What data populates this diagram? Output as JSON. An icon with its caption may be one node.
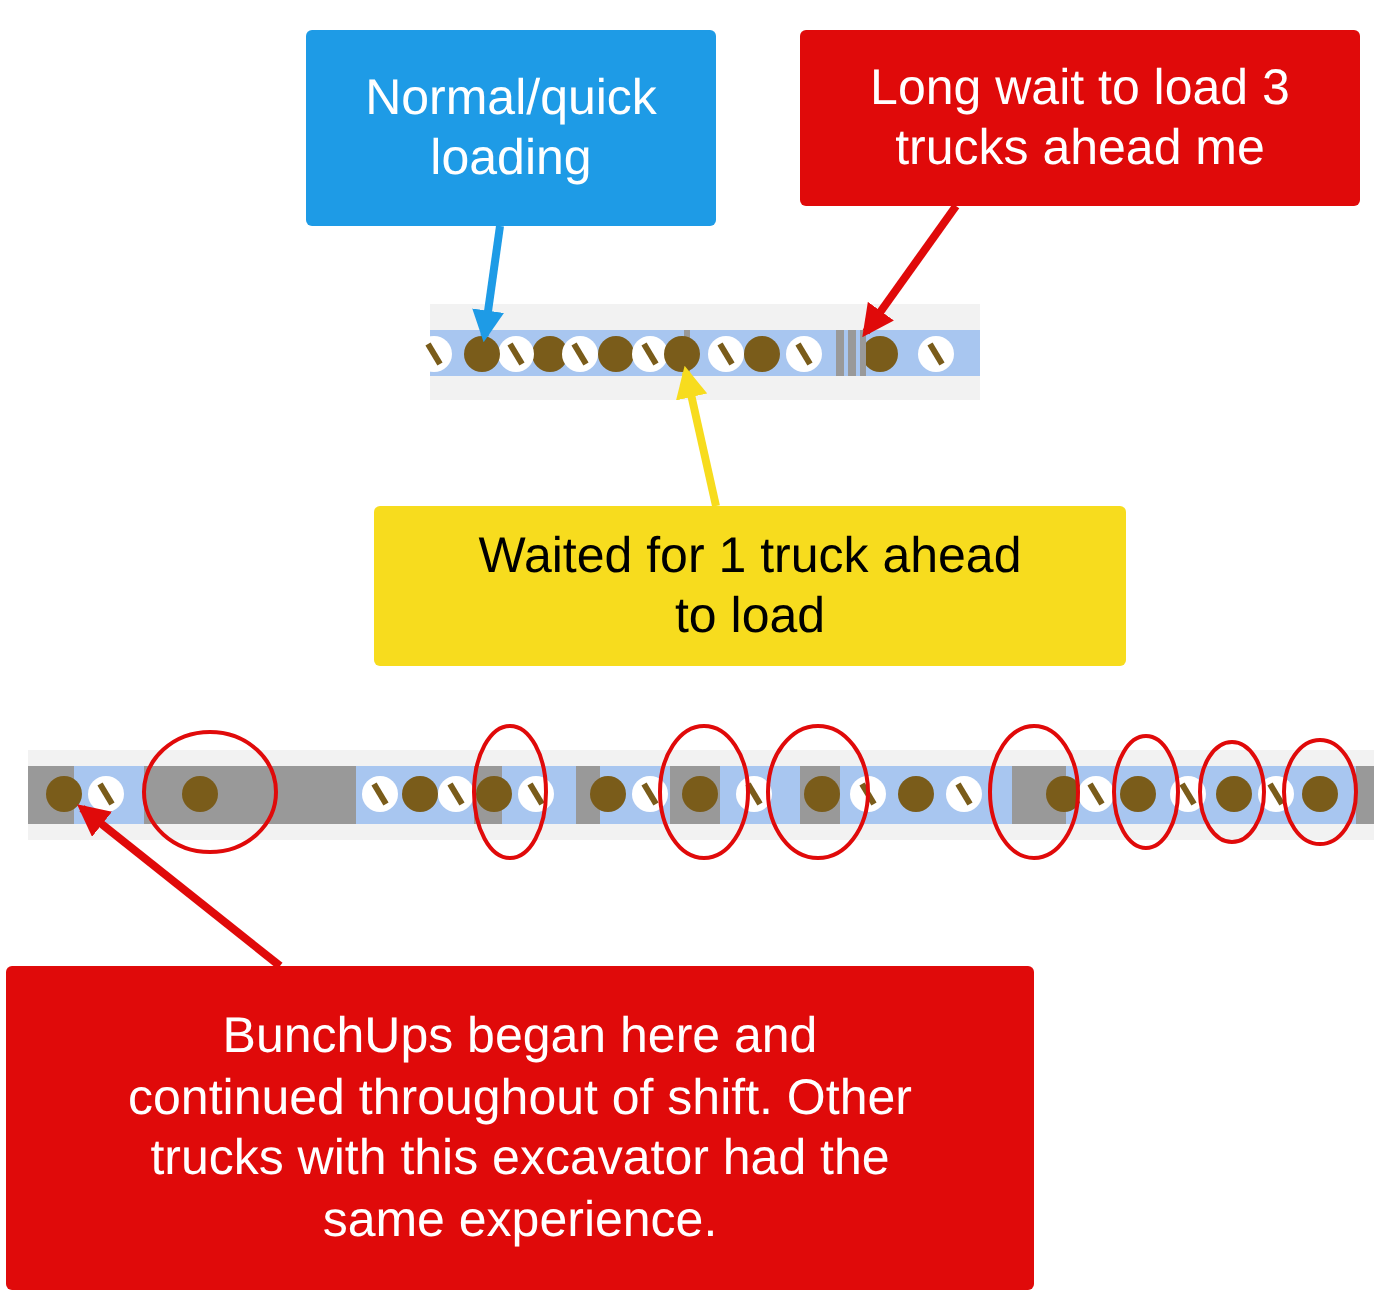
{
  "diagram": {
    "nodes": [
      {
        "text": [
          "Normal/quick loading"
        ]
      },
      {
        "text": [
          "Long wait to load 3 trucks ahead me"
        ]
      },
      {
        "text": [
          "Waited for 1 truck ahead to load"
        ]
      },
      {
        "text": [
          "BunchUps began here and continued throughout of shift. Other trucks with this excavator had the same experience."
        ]
      },
      {
        "text": [],
        "shape": "circle"
      },
      {
        "text": [],
        "shape": "bar"
      },
      {
        "text": [],
        "shape": "circle"
      },
      {
        "text": [],
        "shape": "circle"
      }
    ],
    "edges": [
      {
        "from": 0,
        "to": 4,
        "arrow": "to",
        "color": "#1e9be6"
      },
      {
        "from": 1,
        "to": 5,
        "arrow": "to",
        "color": "#e00a0a"
      },
      {
        "from": 2,
        "to": 6,
        "arrow": "to",
        "color": "#f7dc1e"
      },
      {
        "from": 3,
        "to": 7,
        "arrow": "to",
        "color": "#e00a0a"
      }
    ]
  }
}
